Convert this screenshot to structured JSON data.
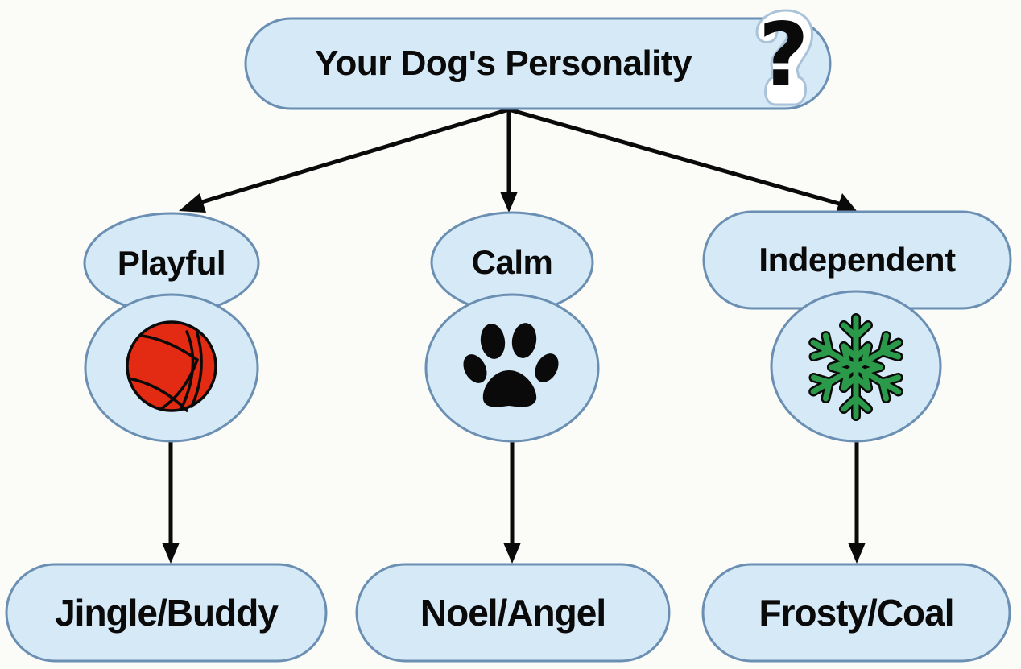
{
  "title": {
    "text": "Your Dog's Personality",
    "badge_icon": "question-mark-icon",
    "badge_glyph": "?"
  },
  "colors": {
    "background": "#fbfbf8",
    "node_fill": "#d6e9f6",
    "node_stroke": "#6a8fb3",
    "arrow": "#0a0a0a",
    "ball_red": "#e32a12",
    "snowflake_green": "#2a9a4a"
  },
  "branches": [
    {
      "category": "Playful",
      "icon": "ball-icon",
      "result": "Jingle/Buddy"
    },
    {
      "category": "Calm",
      "icon": "paw-print-icon",
      "result": "Noel/Angel"
    },
    {
      "category": "Independent",
      "icon": "snowflake-icon",
      "result": "Frosty/Coal"
    }
  ]
}
